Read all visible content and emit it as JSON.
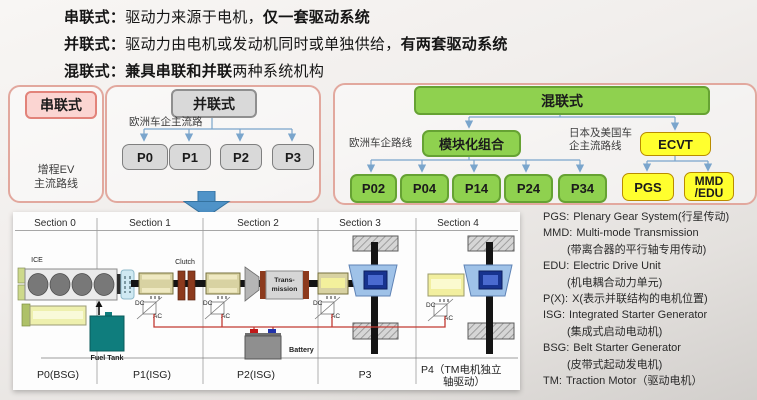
{
  "intro": {
    "line1": {
      "label": "串联式：",
      "text": "驱动力来源于电机，",
      "emphasis": "仅一套驱动系统"
    },
    "line2": {
      "label": "并联式：",
      "text": "驱动力由电机或发动机同时或单独供给，",
      "emphasis": "有两套驱动系统"
    },
    "line3": {
      "label": "混联式：",
      "emphasis": "兼具串联和并联",
      "text": "两种系统机构"
    }
  },
  "series_panel": {
    "title": "串联式",
    "note_line1": "增程EV",
    "note_line2": "主流路线"
  },
  "parallel_panel": {
    "title": "并联式",
    "note": "欧洲车企主流路",
    "nodes": [
      "P0",
      "P1",
      "P2",
      "P3"
    ]
  },
  "hybrid_panel": {
    "title": "混联式",
    "left_note": "欧洲车企路线",
    "left_branch": "模块化组合",
    "right_note_line1": "日本及美国车",
    "right_note_line2": "企主流路线",
    "right_branch": "ECVT",
    "left_nodes": [
      "P02",
      "P04",
      "P14",
      "P24",
      "P34"
    ],
    "pgs": "PGS",
    "mmd_line1": "MMD",
    "mmd_line2": "/EDU"
  },
  "diagram": {
    "sections": [
      "Section 0",
      "Section 1",
      "Section 2",
      "Section 3",
      "Section 4"
    ],
    "labels": {
      "ice": "ICE",
      "clutch": "Clutch",
      "trans_line1": "Trans-",
      "trans_line2": "mission",
      "fuel_tank": "Fuel Tank",
      "battery": "Battery",
      "dc": "DC",
      "ac": "AC"
    },
    "bottom_labels": [
      "P0(BSG)",
      "P1(ISG)",
      "P2(ISG)",
      "P3"
    ],
    "p4_line1": "P4（TM电机独立",
    "p4_line2": "轴驱动）"
  },
  "legend": {
    "entries": [
      {
        "term": "PGS:",
        "text": "Plenary Gear System(行星传动)"
      },
      {
        "term": "MMD:",
        "text": "Multi-mode Transmission"
      },
      {
        "term": "",
        "text": "(带离合器的平行轴专用传动)"
      },
      {
        "term": "EDU:",
        "text": "Electric Drive Unit"
      },
      {
        "term": "",
        "text": "(机电耦合动力单元)"
      },
      {
        "term": "P(X):",
        "text": "X(表示并联结构的电机位置)"
      },
      {
        "term": "ISG:",
        "text": "Integrated Starter Generator"
      },
      {
        "term": "",
        "text": "(集成式启动电动机)"
      },
      {
        "term": "BSG:",
        "text": "Belt Starter Generator"
      },
      {
        "term": "",
        "text": "(皮带式起动发电机)"
      },
      {
        "term": "TM:",
        "text": "Traction Motor（驱动电机）"
      }
    ]
  },
  "colors": {
    "accent_green": "#8fd14f",
    "accent_yellow": "#ffff2e",
    "node_gray": "#d9d9d9",
    "series_pink": "#fbd5d2",
    "panel_border": "#e2a89e",
    "connector_blue": "#7aa5cc",
    "wire_red": "#c23b33",
    "fuel_tank_teal": "#0f7d7d"
  }
}
